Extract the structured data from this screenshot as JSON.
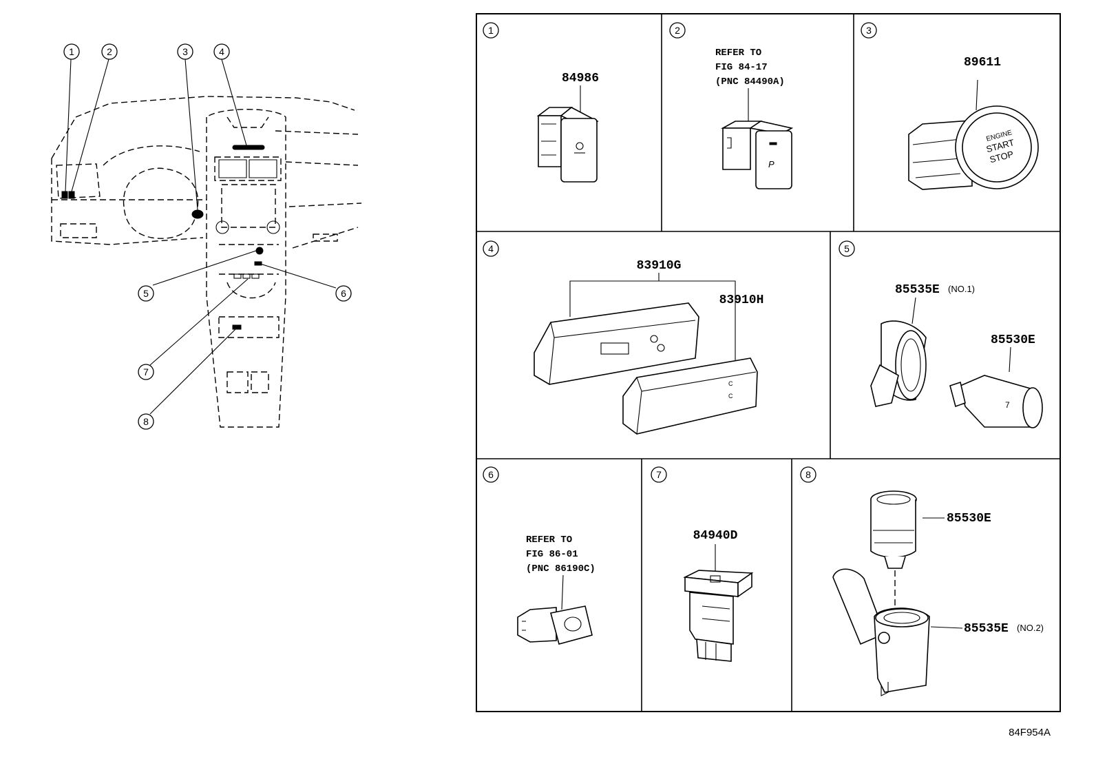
{
  "callouts": [
    "1",
    "2",
    "3",
    "4",
    "5",
    "6",
    "7",
    "8"
  ],
  "panels": {
    "p1": {
      "num": "1",
      "part": "84986"
    },
    "p2": {
      "num": "2",
      "ref_line1": "REFER TO",
      "ref_line2": "FIG 84-17",
      "ref_line3": "(PNC 84490A)"
    },
    "p3": {
      "num": "3",
      "part": "89611",
      "button_l1": "ENGINE",
      "button_l2": "START",
      "button_l3": "STOP"
    },
    "p4": {
      "num": "4",
      "part_a": "83910G",
      "part_b": "83910H"
    },
    "p5": {
      "num": "5",
      "part_a": "85535E",
      "part_a_note": "(NO.1)",
      "part_b": "85530E",
      "plug_mark": "7"
    },
    "p6": {
      "num": "6",
      "ref_line1": "REFER TO",
      "ref_line2": "FIG 86-01",
      "ref_line3": "(PNC 86190C)"
    },
    "p7": {
      "num": "7",
      "part": "84940D"
    },
    "p8": {
      "num": "8",
      "part_a": "85530E",
      "part_b": "85535E",
      "part_b_note": "(NO.2)"
    }
  },
  "figure_code": "84F954A"
}
